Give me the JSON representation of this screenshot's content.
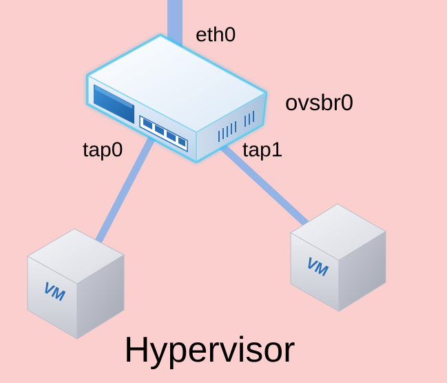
{
  "background_color": "#fccfcf",
  "link_color": "#94b4e6",
  "labels": {
    "uplink": "eth0",
    "bridge": "ovsbr0",
    "port_left": "tap0",
    "port_right": "tap1",
    "host": "Hypervisor"
  },
  "nodes": {
    "bridge_icon": "network-switch-icon",
    "vm_left": {
      "icon": "vm-cube-icon",
      "text": "VM"
    },
    "vm_right": {
      "icon": "vm-cube-icon",
      "text": "VM"
    }
  }
}
